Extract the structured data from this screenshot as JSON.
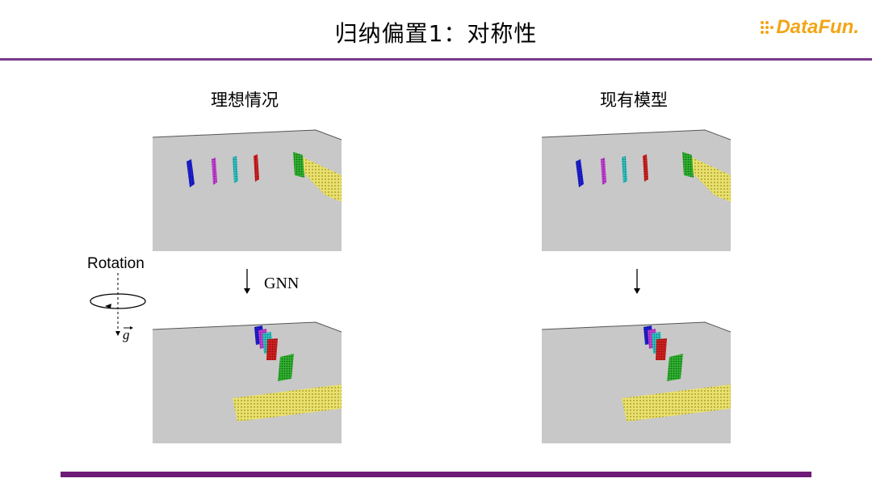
{
  "header": {
    "title": "归纳偏置1：对称性",
    "logo_text": "DataFun.",
    "logo_color": "#f2a516",
    "rule_color": "#7a3a8c"
  },
  "left_panel": {
    "heading": "理想情况",
    "arrow_label": "GNN"
  },
  "right_panel": {
    "heading": "现有模型"
  },
  "rotation": {
    "label": "Rotation",
    "gravity_symbol": "g"
  },
  "colors": {
    "block_blue": "#1f1fd0",
    "block_magenta": "#c040d0",
    "block_cyan": "#30c0c0",
    "block_red": "#d02020",
    "block_green": "#30b030",
    "cloth_yellow": "#d8d040",
    "floor": "#c8c8c8",
    "footer_rule": "#6e1a78"
  }
}
